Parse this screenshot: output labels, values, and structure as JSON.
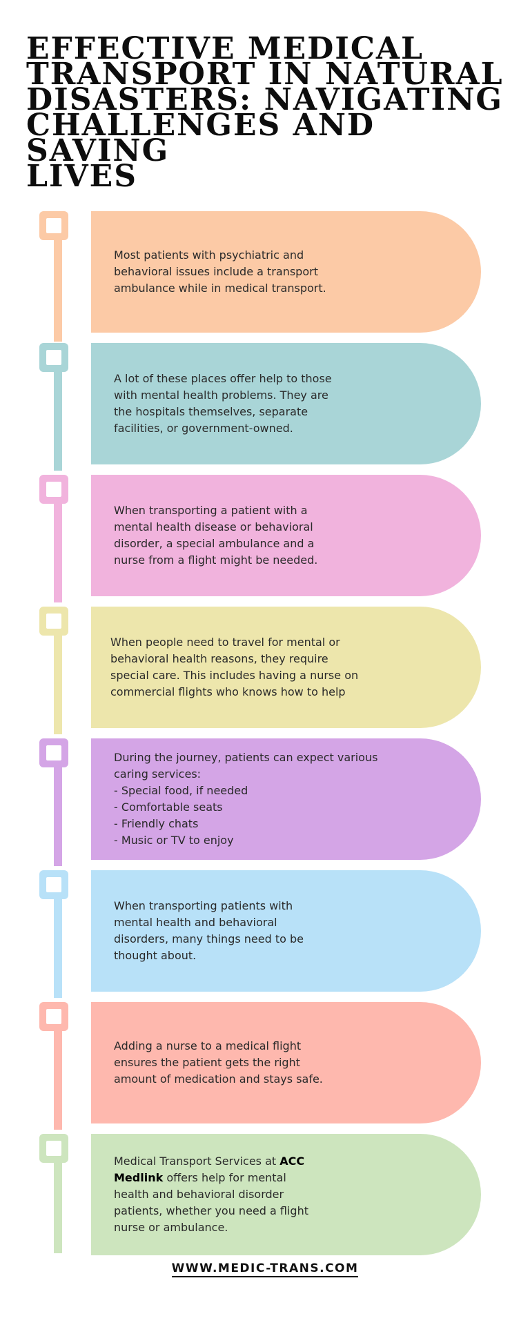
{
  "title": "EFFECTIVE MEDICAL\nTRANSPORT IN NATURAL\nDISASTERS: NAVIGATING\nCHALLENGES AND SAVING\nLIVES",
  "items": [
    {
      "color": "#fccaa6",
      "text": "Most patients with psychiatric and\nbehavioral issues include a transport\nambulance while in medical transport."
    },
    {
      "color": "#a9d5d7",
      "text": " A lot of these places offer help to those\nwith mental health problems. They are\nthe hospitals themselves, separate\nfacilities, or government-owned."
    },
    {
      "color": "#f1b3dd",
      "text": "When transporting a patient with a\nmental health disease or behavioral\ndisorder, a special ambulance and a\nnurse from a flight might be needed."
    },
    {
      "color": "#ede6ac",
      "text": "When people need to travel for mental or\nbehavioral health reasons, they require\nspecial care. This includes having a nurse on\ncommercial flights who knows how to help"
    },
    {
      "color": "#d4a5e6",
      "text": "During the journey, patients can expect various\ncaring services:\n- Special food, if needed\n- Comfortable seats\n- Friendly chats\n- Music or TV to enjoy"
    },
    {
      "color": "#b8e1f8",
      "text": "When transporting patients with\nmental health and behavioral\ndisorders, many things need to be\nthought about."
    },
    {
      "color": "#feb8ae",
      "text": "Adding a nurse to a medical flight\nensures the patient gets the right\namount of medication and stays safe."
    },
    {
      "color": "#cde5be",
      "text_before": "Medical Transport Services at ",
      "bold": "ACC\nMedlink",
      "text_after": " offers help for mental\nhealth and behavioral disorder\npatients, whether you need a flight\nnurse or ambulance."
    }
  ],
  "footer": "WWW.MEDIC-TRANS.COM"
}
